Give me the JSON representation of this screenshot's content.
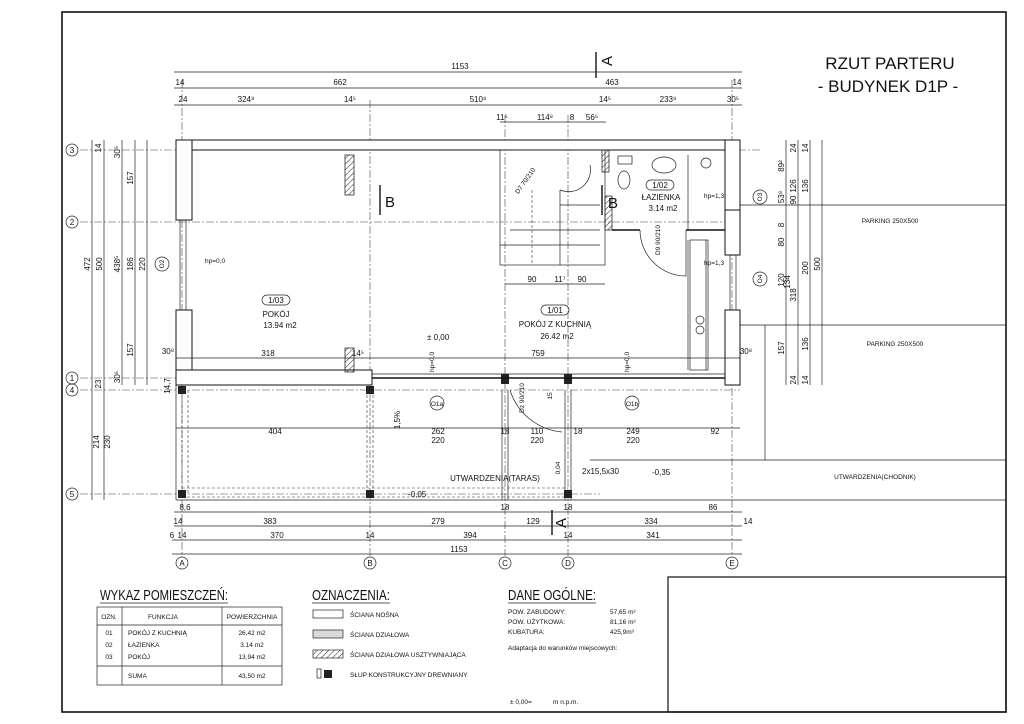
{
  "title": {
    "line1": "RZUT PARTERU",
    "line2": "- BUDYNEK D1P -"
  },
  "grid": {
    "columns": [
      "A",
      "B",
      "C",
      "D",
      "E"
    ],
    "rows": [
      "3",
      "2",
      "1",
      "4",
      "5"
    ]
  },
  "windows": [
    "O1a",
    "O1b",
    "O2",
    "O3",
    "O4"
  ],
  "section_marks": {
    "a_top": "A",
    "a_bottom": "A",
    "b_left": "B",
    "b_right": "B"
  },
  "rooms": [
    {
      "number": "1/03",
      "name": "POKÓJ",
      "area": "13.94 m2"
    },
    {
      "number": "1/01",
      "name": "POKÓJ Z KUCHNIĄ",
      "area": "26.42 m2"
    },
    {
      "number": "1/02",
      "name": "ŁAZIENKA",
      "area": "3.14 m2"
    }
  ],
  "doors": {
    "d7": "D7 70/210",
    "d9": "D9 90/210",
    "dz": "Dz 90/210",
    "dz_note": "15"
  },
  "sill_heights": {
    "hp00": "hp=0,0",
    "hp13": "hp=1,3"
  },
  "levels": {
    "zero": "± 0,00",
    "terrace": "-0,05",
    "step": "0,04",
    "outside": "-0,35",
    "slope": "1,5%",
    "stairs": "2x15,5x30"
  },
  "paving": {
    "terrace": "UTWARDZENIA(TARAS)",
    "walkway": "UTWARDZENIA(CHODNIK)"
  },
  "parking": {
    "spot1": "PARKING 250X500",
    "spot2": "PARKING 250X500"
  },
  "dims": {
    "top": [
      "1153",
      "14",
      "662",
      "463",
      "14",
      "24",
      "324⁸",
      "14⁵",
      "510⁸",
      "14⁵",
      "233⁸",
      "30⁵",
      "11⁵",
      "114⁸",
      "8",
      "56⁵"
    ],
    "left": [
      "14",
      "30⁵",
      "157",
      "472",
      "500",
      "438⁵",
      "186",
      "220",
      "157",
      "30⁵",
      "23",
      "14,7",
      "214",
      "230"
    ],
    "right": [
      "24",
      "14",
      "89²",
      "126",
      "136",
      "53⁸",
      "90",
      "8",
      "80",
      "120",
      "134",
      "200",
      "500",
      "318",
      "157",
      "136",
      "24",
      "14"
    ],
    "interior": [
      "30⁸",
      "318",
      "14⁵",
      "759",
      "30⁸",
      "404",
      "262",
      "220",
      "18",
      "110",
      "220",
      "18",
      "249",
      "220",
      "92",
      "90",
      "11⁷",
      "90"
    ],
    "bottom": [
      "8,6",
      "18",
      "18",
      "86",
      "14",
      "383",
      "279",
      "129",
      "334",
      "14",
      "6",
      "14",
      "370",
      "14",
      "394",
      "14",
      "341",
      "1153"
    ]
  },
  "room_schedule": {
    "title": "WYKAZ POMIESZCZEŃ:",
    "headers": [
      "OZN.",
      "FUNKCJA",
      "POWIERZCHNIA"
    ],
    "rows": [
      {
        "id": "01",
        "name": "POKÓJ Z KUCHNIĄ",
        "area": "26,42 m2"
      },
      {
        "id": "02",
        "name": "ŁAZIENKA",
        "area": "3.14 m2"
      },
      {
        "id": "03",
        "name": "POKÓJ",
        "area": "13,94 m2"
      }
    ],
    "total_label": "SUMA",
    "total_area": "43,50 m2"
  },
  "legend": {
    "title": "OZNACZENIA:",
    "items": [
      "ŚCIANA NOŚNA",
      "ŚCIANA DZIAŁOWA",
      "ŚCIANA DZIAŁOWA USZTYWNIAJĄCA",
      "SŁUP KONSTRUKCYJNY DREWNIANY"
    ],
    "partition_color": "#d9d9d9"
  },
  "general": {
    "title": "DANE OGÓLNE:",
    "rows": [
      {
        "label": "POW. ZABUDOWY:",
        "value": "57,65 m²"
      },
      {
        "label": "POW. UŻYTKOWA:",
        "value": "81,16 m²"
      },
      {
        "label": "KUBATURA:",
        "value": "425,9m³"
      }
    ],
    "adaptation": "Adaptacja do warunków miejscowych:",
    "datum_label": "± 0,00=",
    "datum_unit": "m n.p.m."
  }
}
